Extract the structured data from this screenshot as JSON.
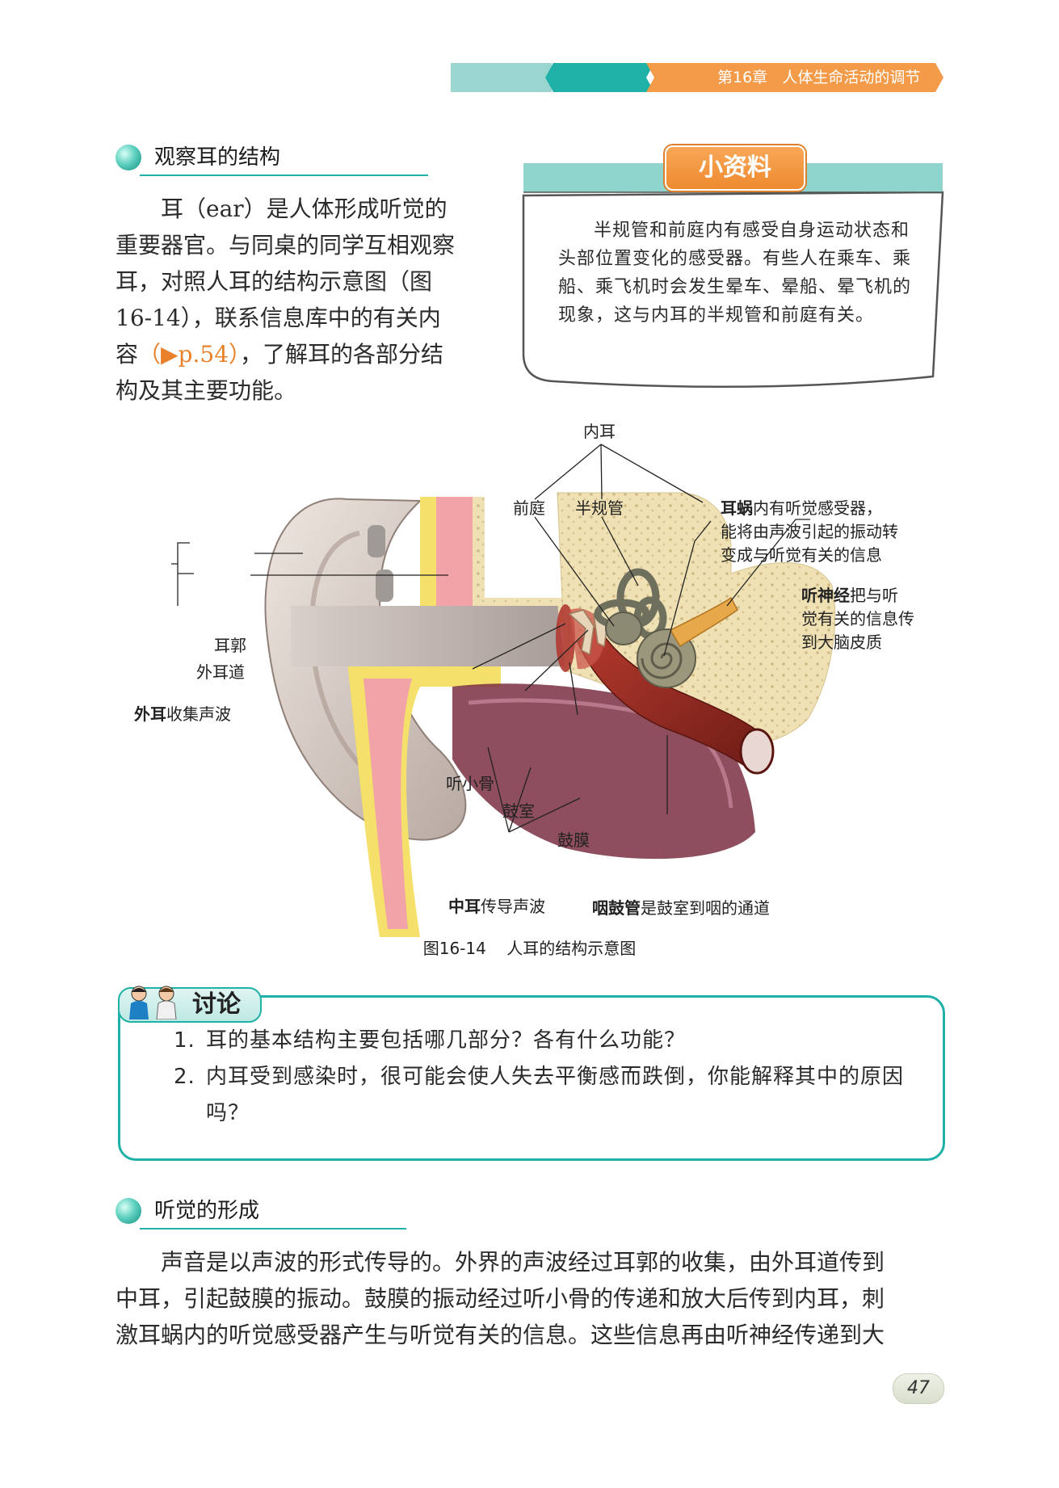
{
  "header": {
    "chapter": "第16章",
    "chapter_title": "人体生命活动的调节"
  },
  "section1": {
    "title": "观察耳的结构",
    "paragraph": [
      "耳（ear）是人体形成听觉的",
      "重要器官。与同桌的同学互相观察",
      "耳，对照人耳的结构示意图（图",
      "16-14），联系信息库中的有关内",
      "容（▶p.54），了解耳的各部分结",
      "构及其主要功能。"
    ],
    "ref_text": "（▶p.54）"
  },
  "info_box": {
    "tab": "小资料",
    "text": "半规管和前庭内有感受自身运动状态和头部位置变化的感受器。有些人在乘车、乘船、乘飞机时会发生晕车、晕船、晕飞机的现象，这与内耳的半规管和前庭有关。"
  },
  "figure": {
    "labels": {
      "inner_ear": "内耳",
      "vestibule": "前庭",
      "semicircular": "半规管",
      "cochlea_term": "耳蜗",
      "cochlea_desc_1": "内有听觉感受器，",
      "cochlea_desc_2": "能将由声波引起的振动转",
      "cochlea_desc_3": "变成与听觉有关的信息",
      "nerve_term": "听神经",
      "nerve_desc_1": "把与听",
      "nerve_desc_2": "觉有关的信息传",
      "nerve_desc_3": "到大脑皮质",
      "auricle": "耳郭",
      "canal": "外耳道",
      "outer_term": "外耳",
      "outer_desc": "收集声波",
      "ossicles": "听小骨",
      "tympanic_cavity": "鼓室",
      "eardrum": "鼓膜",
      "middle_term": "中耳",
      "middle_desc": "传导声波",
      "tube_term": "咽鼓管",
      "tube_desc": "是鼓室到咽的通道"
    },
    "caption_num": "图16-14",
    "caption_text": "人耳的结构示意图"
  },
  "discussion": {
    "tab": "讨论",
    "items": [
      {
        "num": "1.",
        "text": "耳的基本结构主要包括哪几部分？各有什么功能？"
      },
      {
        "num": "2.",
        "text": "内耳受到感染时，很可能会使人失去平衡感而跌倒，你能解释其中的原因吗？"
      }
    ]
  },
  "section2": {
    "title": "听觉的形成",
    "paragraph": [
      "声音是以声波的形式传导的。外界的声波经过耳郭的收集，由外耳道传到",
      "中耳，引起鼓膜的振动。鼓膜的振动经过听小骨的传递和放大后传到内耳，刺",
      "激耳蜗内的听觉感受器产生与听觉有关的信息。这些信息再由听神经传递到大"
    ]
  },
  "page_number": "47"
}
